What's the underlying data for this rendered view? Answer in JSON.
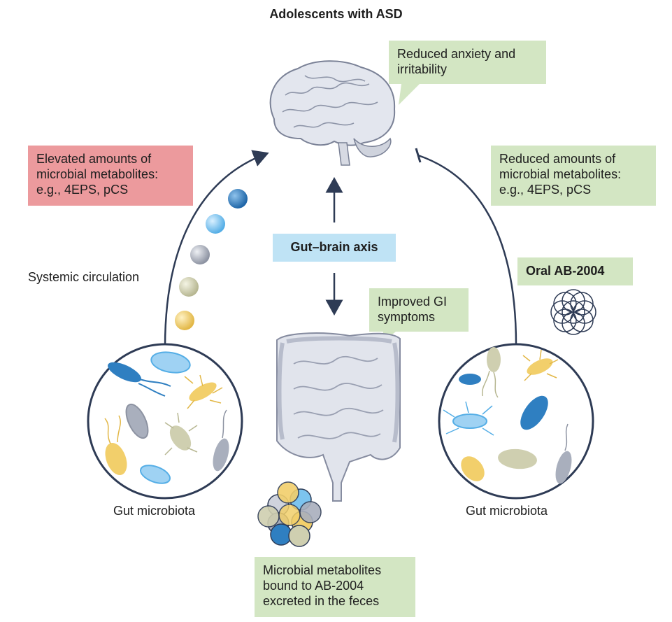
{
  "title": "Adolescents with ASD",
  "boxes": {
    "reduced_anxiety": [
      "Reduced anxiety and",
      "irritability"
    ],
    "elevated": [
      "Elevated amounts of",
      "microbial metabolites:",
      "e.g., 4EPS, pCS"
    ],
    "reduced_amounts": [
      "Reduced amounts of",
      "microbial metabolites:",
      "e.g., 4EPS, pCS"
    ],
    "gut_brain_axis": "Gut–brain axis",
    "oral_ab": "Oral AB-2004",
    "improved_gi": [
      "Improved GI",
      "symptoms"
    ],
    "excreted": [
      "Microbial metabolites",
      "bound to AB-2004",
      "excreted in the feces"
    ]
  },
  "labels": {
    "systemic_circulation": "Systemic circulation",
    "gut_microbiota_left": "Gut microbiota",
    "gut_microbiota_right": "Gut microbiota"
  },
  "colors": {
    "green_box": "#d3e6c3",
    "red_box": "#ec9a9d",
    "blue_box": "#bfe3f5",
    "arrow": "#2e3b55",
    "metabolite_blue": "#2f7fc1",
    "metabolite_lightblue": "#7cc4ef",
    "metabolite_gray": "#a9afbd",
    "metabolite_khaki": "#cfcfb0",
    "metabolite_yellow": "#f2cf6b"
  }
}
